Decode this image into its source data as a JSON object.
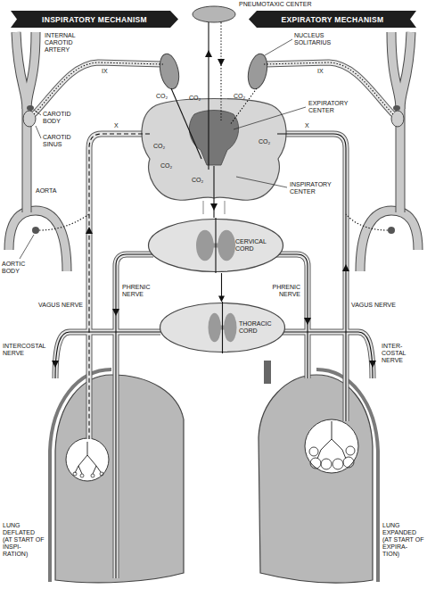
{
  "diagram": {
    "nodes": [
      {
        "text": [
          "INSPIRATORY MECHANISM"
        ]
      },
      {
        "text": [
          "EXPIRATORY MECHANISM"
        ]
      },
      {
        "text": [
          "CERVICAL CORD"
        ]
      },
      {
        "text": [
          "THORACIC CORD"
        ]
      }
    ],
    "edges": [
      {
        "from": 2,
        "to": 3,
        "arrow": "to"
      }
    ],
    "labels": [
      "PNEUMOTAXIC CENTER",
      "NUCLEUS SOLITARIUS",
      "INTERNAL CAROTID ARTERY",
      "IX",
      "IX",
      "CAROTID BODY",
      "CAROTID SINUS",
      "X",
      "X",
      "EXPIRATORY CENTER",
      "INSPIRATORY CENTER",
      "AORTA",
      "AORTIC BODY",
      "VAGUS NERVE",
      "PHRENIC NERVE",
      "PHRENIC NERVE",
      "VAGUS NERVE",
      "INTERCOSTAL NERVE",
      "INTER- COSTAL NERVE",
      "LUNG DEFLATED (AT START OF INSPI- RATION)",
      "LUNG EXPANDED (AT START OF EXPIRA- TION)",
      "CO₂",
      "CO₂",
      "CO₂",
      "CO₂",
      "CO₂",
      "CO₂",
      "CO₂"
    ]
  }
}
